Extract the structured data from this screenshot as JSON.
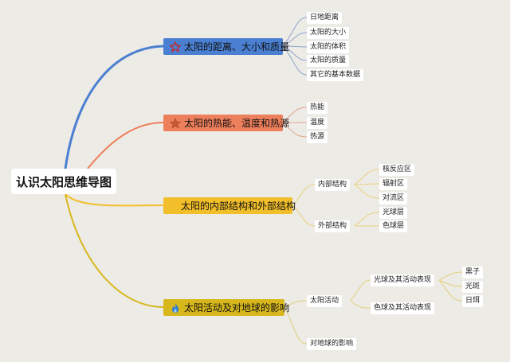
{
  "colors": {
    "blue": "#4a7fd1",
    "orange": "#ee7f5c",
    "yellow": "#f2bf2a",
    "olive": "#d7b71c",
    "background": "#edebe6"
  },
  "root": {
    "label": "认识太阳思维导图"
  },
  "branches": [
    {
      "label": "太阳的距离、大小和质量",
      "icon": "star-outline-icon",
      "children": [
        "日地距离",
        "太阳的大小",
        "太阳的体积",
        "太阳的质量",
        "其它的基本数据"
      ]
    },
    {
      "label": "太阳的热能、温度和热源",
      "icon": "star-icon",
      "children": [
        "热能",
        "温度",
        "热源"
      ]
    },
    {
      "label": "太阳的内部结构和外部结构",
      "icon": "",
      "children": [
        {
          "label": "内部结构",
          "children": [
            "核反应区",
            "辐射区",
            "对流区"
          ]
        },
        {
          "label": "外部结构",
          "children": [
            "光球层",
            "色球层"
          ]
        }
      ]
    },
    {
      "label": "太阳活动及对地球的影响",
      "icon": "flame-icon",
      "children": [
        {
          "label": "太阳活动",
          "children": [
            {
              "label": "光球及其活动表现",
              "children": [
                "黑子",
                "光斑",
                "日珥"
              ]
            },
            {
              "label": "色球及其活动表现"
            }
          ]
        },
        {
          "label": "对地球的影响"
        }
      ]
    }
  ]
}
